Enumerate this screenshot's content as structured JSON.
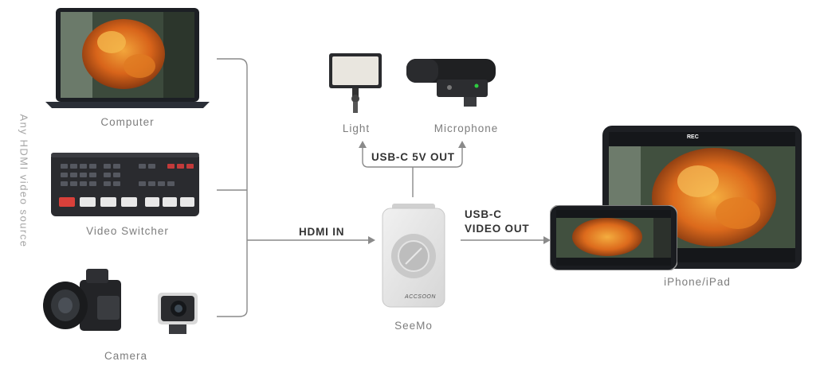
{
  "source_label": "Any HDMI video source",
  "sources": {
    "computer": "Computer",
    "switcher": "Video Switcher",
    "camera": "Camera"
  },
  "accessories": {
    "light": "Light",
    "microphone": "Microphone"
  },
  "connections": {
    "hdmi_in": "HDMI IN",
    "usbc_power": "USB-C 5V OUT",
    "usbc_video_line1": "USB-C",
    "usbc_video_line2": "VIDEO OUT"
  },
  "device": {
    "name": "SeeMo",
    "brand": "ACCSOON"
  },
  "target": "iPhone/iPad",
  "monitor_hud": {
    "rec": "REC"
  }
}
